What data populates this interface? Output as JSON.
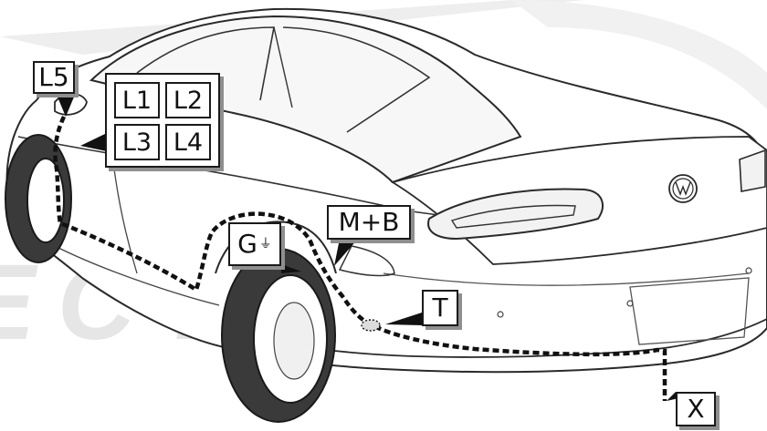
{
  "labels": {
    "l5": "L5",
    "l1": "L1",
    "l2": "L2",
    "l3": "L3",
    "l4": "L4",
    "ground": "G",
    "ground_symbol": "⏚",
    "mb": "M+B",
    "t": "T",
    "x": "X"
  },
  "watermark": "ECTRONIC"
}
